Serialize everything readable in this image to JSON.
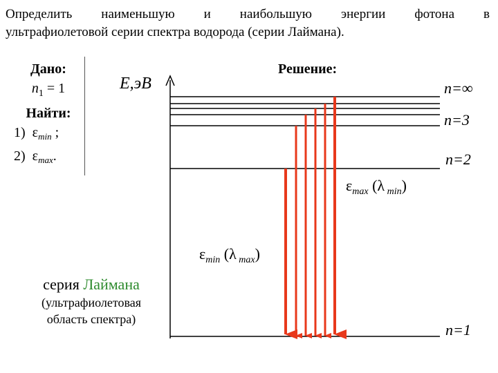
{
  "problem": {
    "line1": "Определить наименьшую и наибольшую энергии фотона в",
    "line2": "ультрафиолетовой серии спектра водорода (серии Лаймана)."
  },
  "given": {
    "dano": "Дано:",
    "n1_symbol": "n",
    "n1_sub": "1",
    "n1_value": " = 1",
    "naiti": "Найти:",
    "item1_num": "1)",
    "item1_sym": "ε",
    "item1_sub": "min",
    "item1_end": ";",
    "item2_num": "2)",
    "item2_sym": "ε",
    "item2_sub": "max",
    "item2_end": "."
  },
  "solution": {
    "title": "Решение:"
  },
  "axis": {
    "label": "Е,эВ"
  },
  "levels": [
    {
      "id": "n1",
      "label": "n=1"
    },
    {
      "id": "n2",
      "label": "n=2"
    },
    {
      "id": "n3",
      "label": "n=3"
    },
    {
      "id": "ninf",
      "label": "n=∞"
    }
  ],
  "annotations": {
    "emax": {
      "sym": "ε",
      "sub": "max",
      "open": " (",
      "lambda": "λ",
      "lsub": " min",
      "close": ")"
    },
    "emin": {
      "sym": "ε",
      "sub": "min",
      "open": " (",
      "lambda": "λ",
      "lsub": " max",
      "close": ")"
    }
  },
  "series": {
    "word": "серия",
    "name": "Лаймана",
    "desc1": "(ультрафиолетовая",
    "desc2": "область спектра)"
  },
  "colors": {
    "arrow": "#e8381b",
    "series_name": "#2e8b2e"
  }
}
